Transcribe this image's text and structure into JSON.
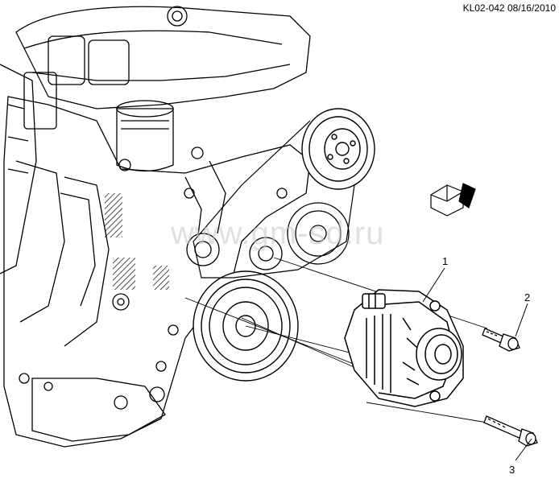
{
  "diagram": {
    "code": "KL02-042 08/16/2010",
    "watermark": "www.gm-sd.ru",
    "callouts": [
      {
        "number": "1",
        "part": "generator"
      },
      {
        "number": "2",
        "part": "generator-upper-bolt"
      },
      {
        "number": "3",
        "part": "generator-lower-bolt"
      }
    ]
  }
}
